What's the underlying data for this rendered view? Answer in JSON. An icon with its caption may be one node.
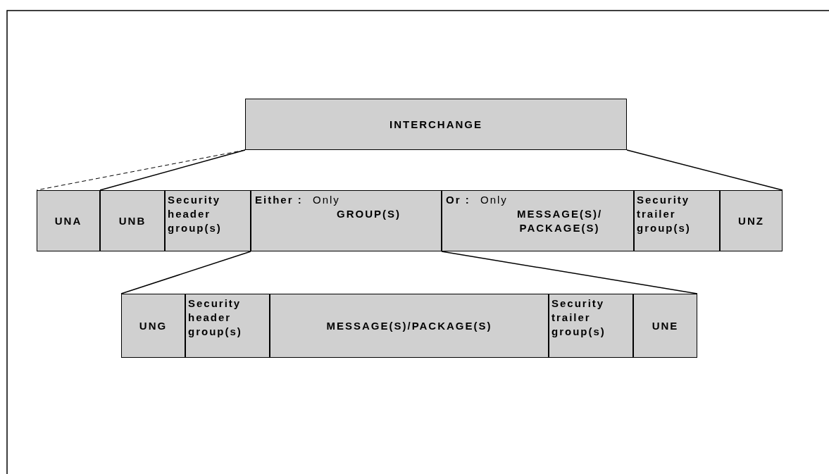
{
  "diagram": {
    "nodes": [
      {
        "text": [
          "INTERCHANGE"
        ]
      },
      {
        "text": [
          "UNA"
        ]
      },
      {
        "text": [
          "UNB"
        ]
      },
      {
        "text": [
          "Security header group(s)"
        ]
      },
      {
        "text": [
          "Either :",
          "Only",
          "GROUP(S)"
        ]
      },
      {
        "text": [
          "Or :",
          "Only",
          "MESSAGE(S)/ PACKAGE(S)"
        ]
      },
      {
        "text": [
          "Security trailer group(s)"
        ]
      },
      {
        "text": [
          "UNZ"
        ]
      },
      {
        "text": [
          "UNG"
        ]
      },
      {
        "text": [
          "Security header group(s)"
        ]
      },
      {
        "text": [
          "MESSAGE(S)/PACKAGE(S)"
        ]
      },
      {
        "text": [
          "Security trailer group(s)"
        ]
      },
      {
        "text": [
          "UNE"
        ]
      }
    ],
    "edges": [
      {
        "from": 0,
        "to": 1,
        "arrow": "none",
        "style": "dashed"
      },
      {
        "from": 0,
        "to": 2,
        "arrow": "none"
      },
      {
        "from": 0,
        "to": 7,
        "arrow": "none"
      },
      {
        "from": 4,
        "to": 8,
        "arrow": "none"
      },
      {
        "from": 4,
        "to": 12,
        "arrow": "none"
      }
    ]
  }
}
